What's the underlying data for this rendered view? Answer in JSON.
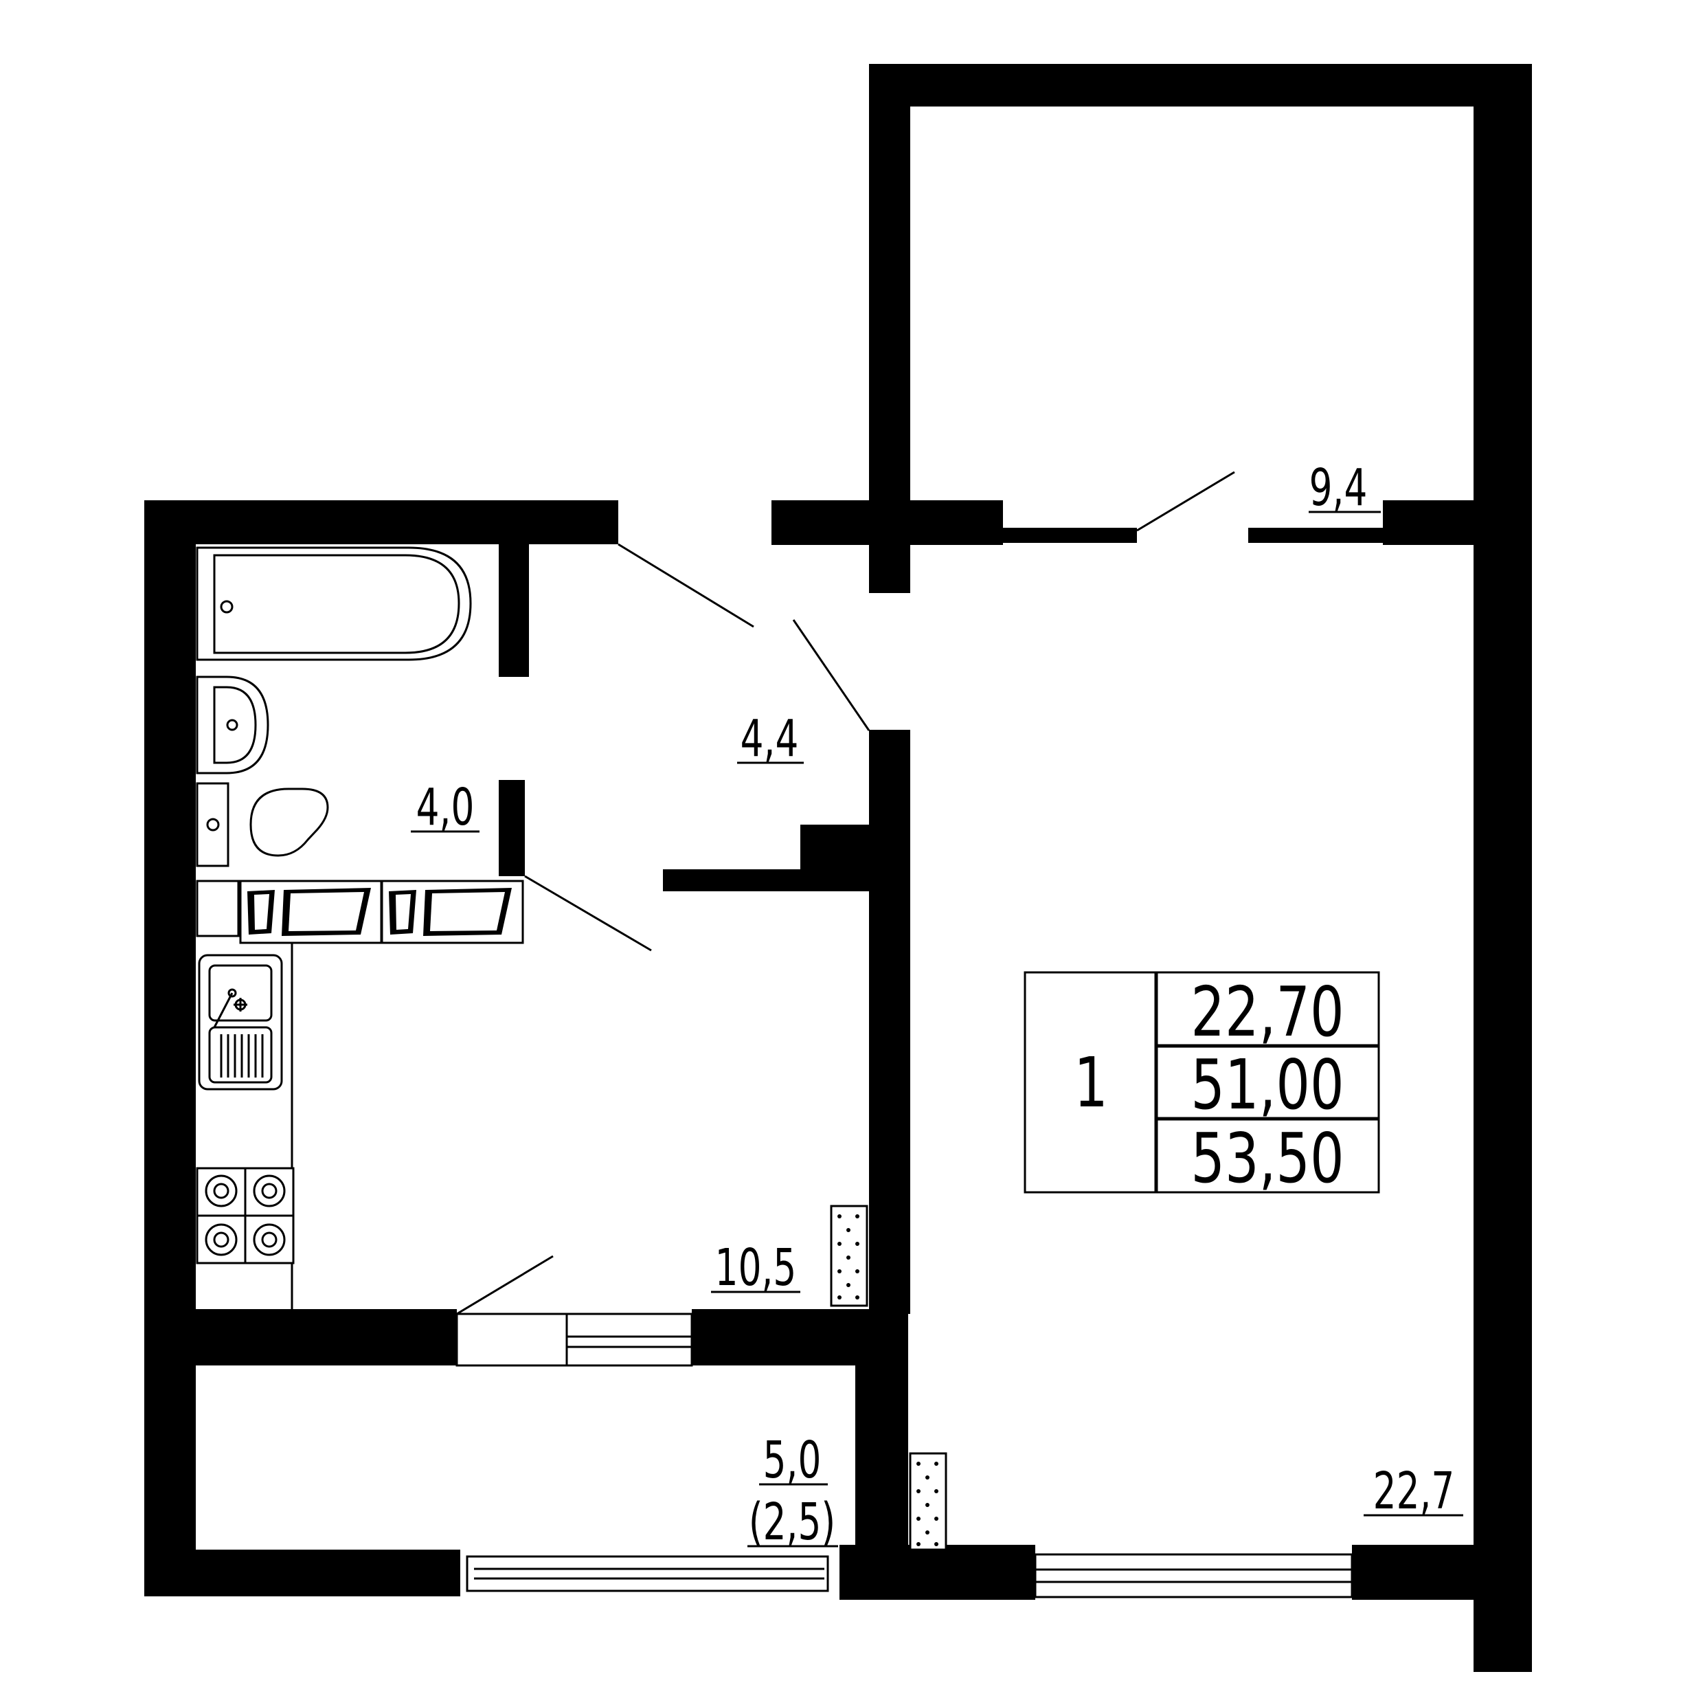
{
  "rooms": {
    "corridor_area": "4,4",
    "bathroom_area": "4,0",
    "kitchen_area": "10,5",
    "loggia_area": "5,0",
    "loggia_reduced_area": "(2,5)",
    "living_room_area": "22,7",
    "wardrobe_area": "9,4"
  },
  "summary": {
    "room_count": "1",
    "living_area": "22,70",
    "total_area": "51,00",
    "total_with_loggia": "53,50"
  }
}
